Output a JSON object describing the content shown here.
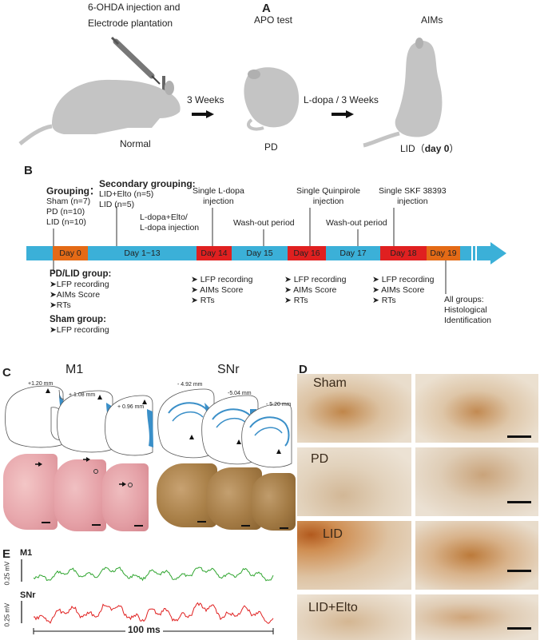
{
  "panel_a": {
    "letter": "A",
    "injection_line1": "6-OHDA injection and",
    "injection_line2": "Electrode plantation",
    "apo": "APO test",
    "aims": "AIMs",
    "arrow1": "3 Weeks",
    "arrow2": "L-dopa / 3 Weeks",
    "normal": "Normal",
    "pd": "PD",
    "lid": "LID（",
    "lid_day": "day 0",
    "lid_close": "）"
  },
  "panel_b": {
    "letter": "B",
    "grouping_title": "Grouping：",
    "grouping_items": [
      "Sham (n=7)",
      "PD (n=10)",
      "LID (n=10)"
    ],
    "secondary_title": "Secondary grouping:",
    "secondary_items": [
      "LID+Elto (n=5)",
      "LID (n=5)"
    ],
    "ldopa_elto_line1": "L-dopa+Elto/",
    "ldopa_elto_line2": "L-dopa injection",
    "single_ldopa_line1": "Single L-dopa",
    "single_ldopa_line2": "injection",
    "washout1": "Wash-out period",
    "single_quin_line1": "Single Quinpirole",
    "single_quin_line2": "injection",
    "washout2": "Wash-out period",
    "single_skf_line1": "Single SKF 38393",
    "single_skf_line2": "injection",
    "timeline": [
      "Day 0",
      "Day 1~13",
      "Day 14",
      "Day 15",
      "Day 16",
      "Day 17",
      "Day 18",
      "Day 19"
    ],
    "pdlid_title": "PD/LID group:",
    "rec_items": [
      "➤LFP recording",
      "➤AIMs Score",
      "➤RTs"
    ],
    "sham_title": "Sham group:",
    "sham_item": "➤LFP recording",
    "rec14": [
      "➤ LFP recording",
      "➤ AIMs Score",
      "➤ RTs"
    ],
    "rec16": [
      "➤ LFP recording",
      "➤ AIMs Score",
      "➤ RTs"
    ],
    "rec18": [
      "➤ LFP recording",
      "➤ AIMs Score",
      "➤ RTs"
    ],
    "all_groups": [
      "All groups:",
      "Histological",
      "Identification"
    ]
  },
  "panel_c": {
    "letter": "C",
    "m1_title": "M1",
    "snr_title": "SNr",
    "m1_depths": [
      "+1.20 mm",
      "+ 1.08 mm",
      "+ 0.96 mm"
    ],
    "snr_depths": [
      "- 4.92 mm",
      "-5.04 mm",
      "- 5.20 mm"
    ]
  },
  "panel_d": {
    "letter": "D",
    "rows": [
      "Sham",
      "PD",
      "LID",
      "LID+Elto"
    ]
  },
  "panel_e": {
    "letter": "E",
    "m1_label": "M1",
    "snr_label": "SNr",
    "m1_scale": "0.25 mV",
    "snr_scale": "0.25 mV",
    "time_scale": "100 ms"
  },
  "colors": {
    "timeline": "#3bb0d8",
    "red_box": "#e02020",
    "orange_box": "#e46a16",
    "m1_trace": "#2fa52f",
    "snr_trace": "#e02020",
    "atlas_blue": "#3a8fc8"
  }
}
